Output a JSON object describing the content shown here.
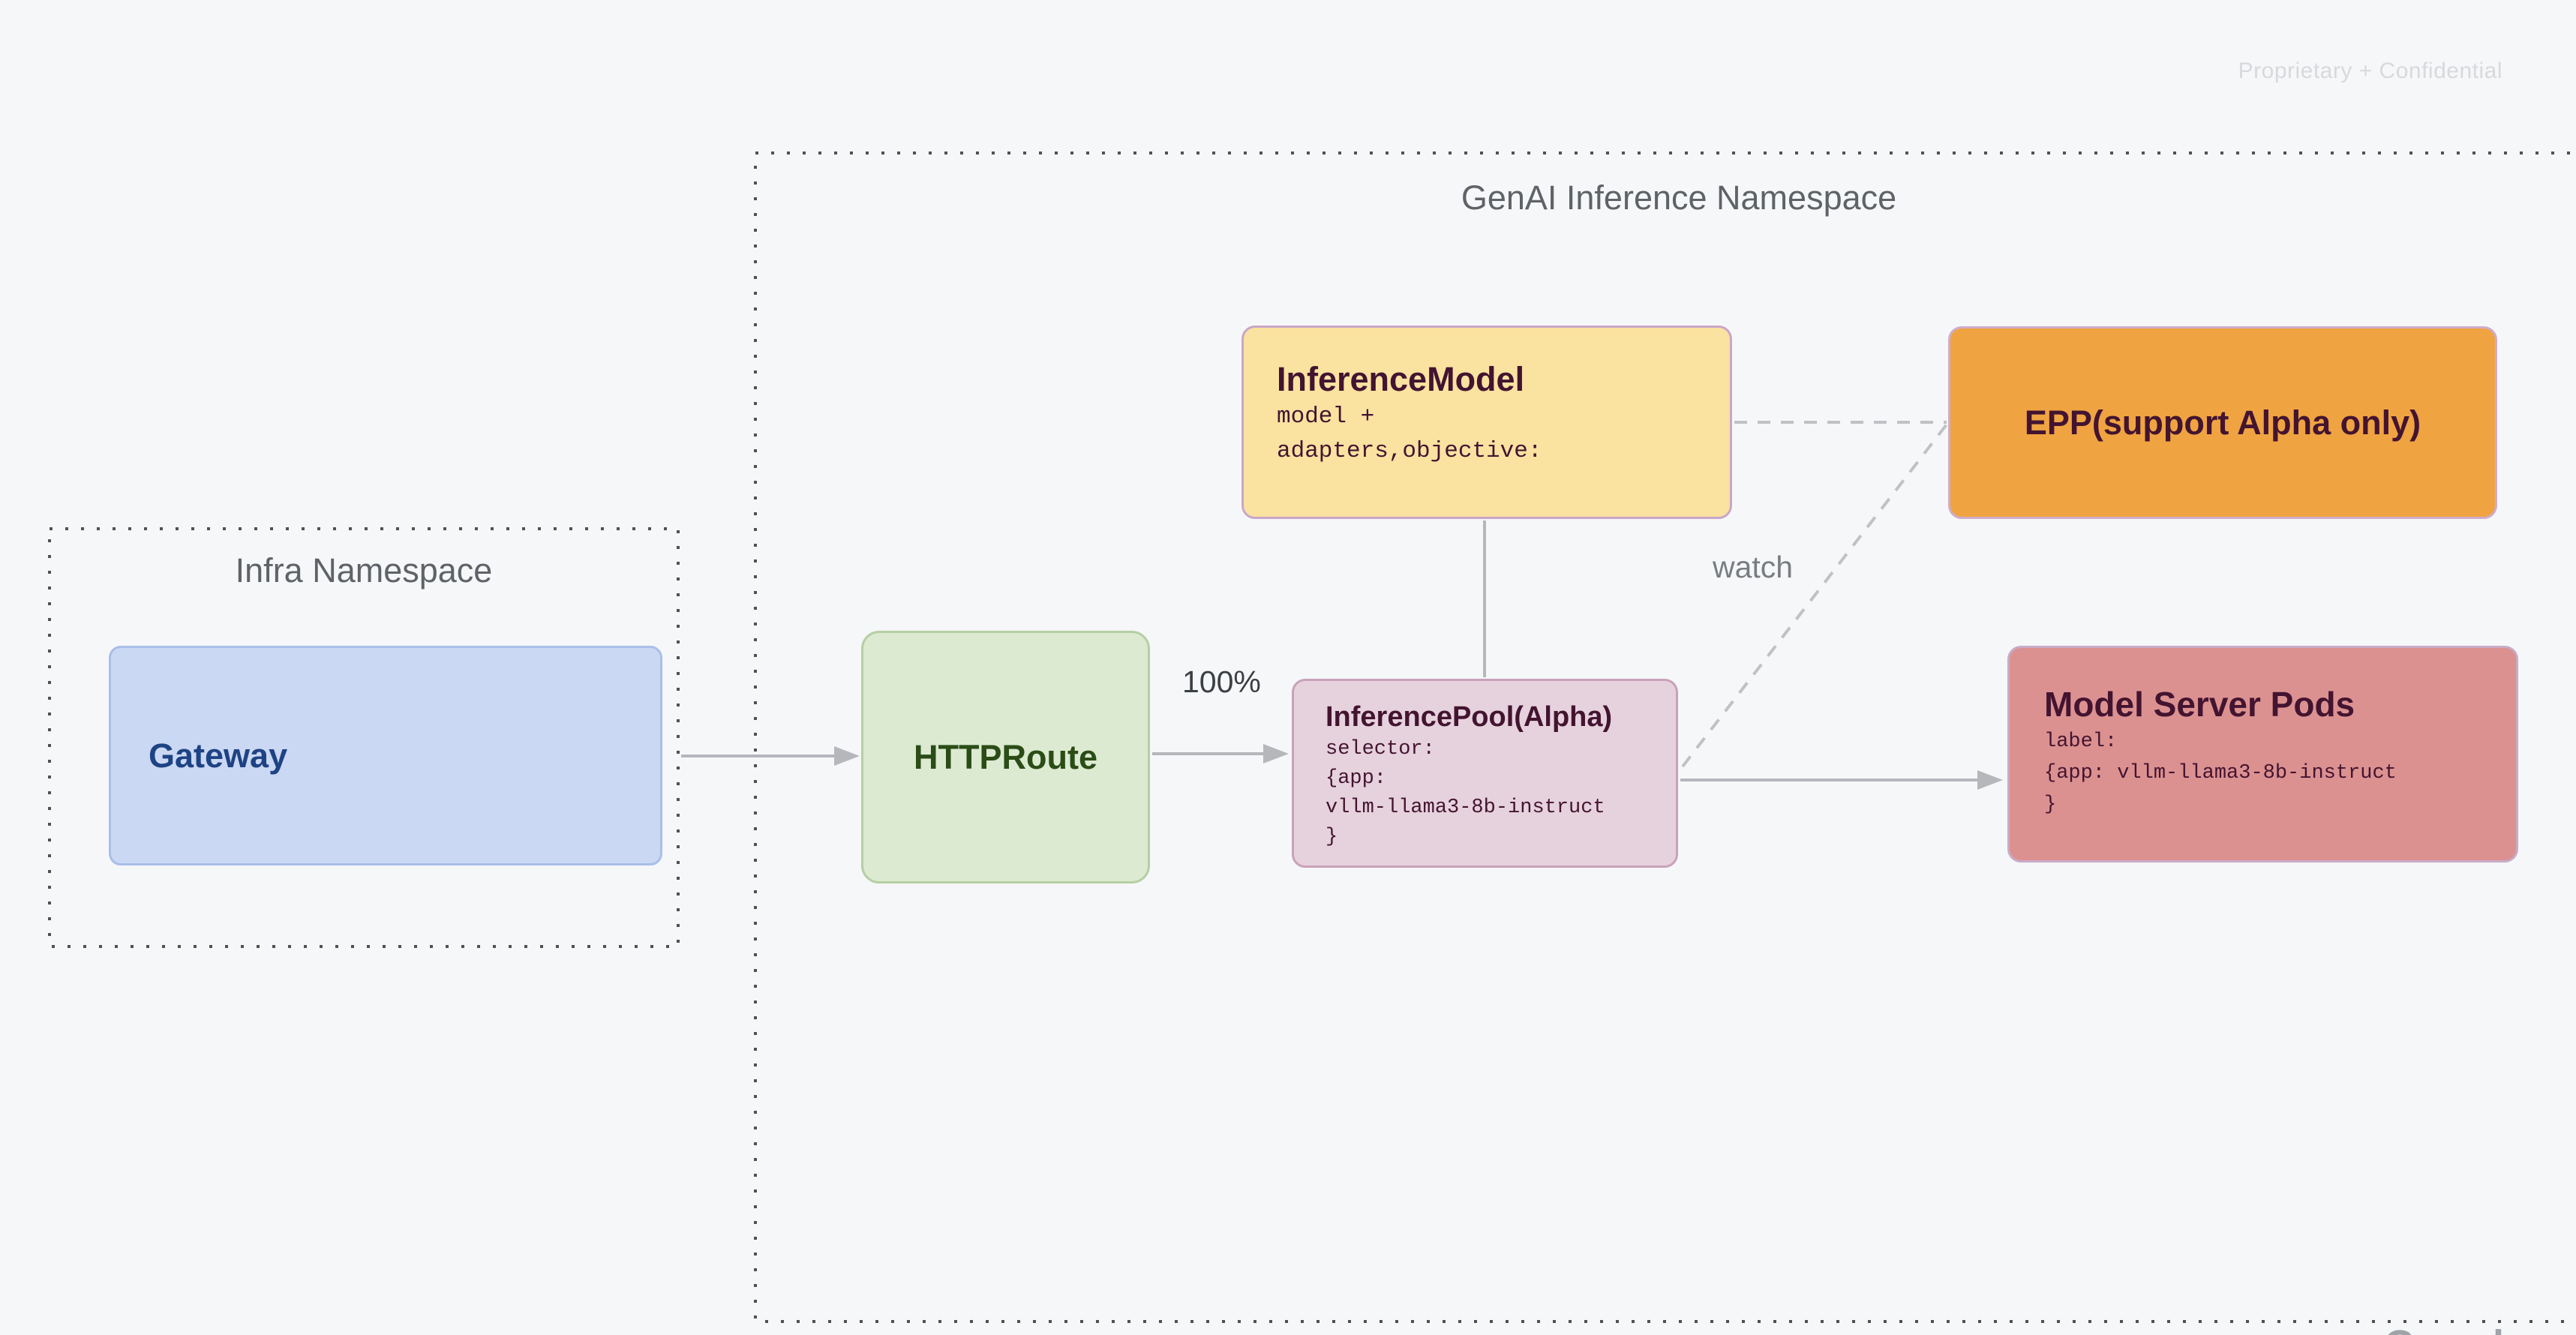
{
  "page": {
    "watermark": "Proprietary + Confidential",
    "google_logo": "Google",
    "background": "#f6f7f9"
  },
  "namespaces": {
    "genai": {
      "title": "GenAI Inference Namespace"
    },
    "infra": {
      "title": "Infra Namespace"
    }
  },
  "nodes": {
    "gateway": {
      "title": "Gateway",
      "fill": "#cbd8f3",
      "border": "#a9bfe9",
      "text_color": "#1e4384"
    },
    "httproute": {
      "title": "HTTPRoute",
      "fill": "#dcead1",
      "border": "#b5cfa3",
      "text_color": "#2b4c16"
    },
    "inference_model": {
      "title": "InferenceModel",
      "body_lines": [
        "model +",
        "adapters,objective:"
      ],
      "fill": "#fae2a0",
      "border": "#c8a7c9",
      "text_color": "#421431"
    },
    "epp": {
      "title": "EPP(support Alpha only)",
      "fill": "#f0a341",
      "border": "#cfadc9",
      "text_color": "#431430"
    },
    "inference_pool": {
      "title": "InferencePool(Alpha)",
      "body_lines": [
        "selector:",
        "{app:",
        "vllm-llama3-8b-instruct",
        "}"
      ],
      "fill": "#e6d2dd",
      "border": "#c9a2ba",
      "text_color": "#431430"
    },
    "model_server_pods": {
      "title": "Model Server Pods",
      "body_lines": [
        "label:",
        "{app: vllm-llama3-8b-instruct",
        "}"
      ],
      "fill": "#dc9191",
      "border": "#c9abc7",
      "text_color": "#431430"
    }
  },
  "edges": [
    {
      "from": "gateway",
      "to": "httproute",
      "style": "solid-arrow",
      "label": ""
    },
    {
      "from": "httproute",
      "to": "inference_pool",
      "style": "solid-arrow",
      "label": "100%"
    },
    {
      "from": "inference_model",
      "to": "inference_pool",
      "style": "solid-line",
      "label": ""
    },
    {
      "from": "inference_model",
      "to": "epp",
      "style": "dashed-line",
      "label": ""
    },
    {
      "from": "inference_pool",
      "to": "epp",
      "style": "dashed-line",
      "label": "watch"
    },
    {
      "from": "inference_pool",
      "to": "model_server_pods",
      "style": "solid-arrow",
      "label": ""
    }
  ],
  "edge_colors": {
    "solid": "#b5b7bb",
    "dashed": "#bfc1c4",
    "namespace_dots": "#4f5156"
  }
}
